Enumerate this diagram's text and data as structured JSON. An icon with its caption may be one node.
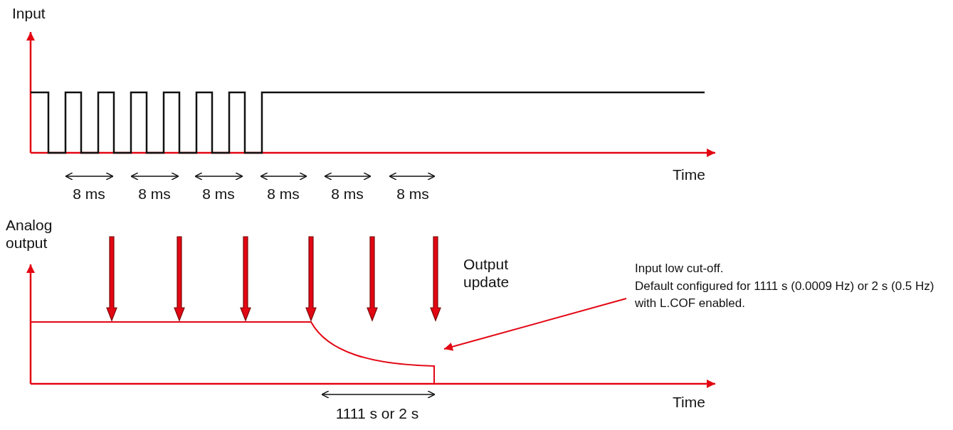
{
  "diagram": {
    "nodes": [
      {
        "text": [
          "Input low cut-off.",
          "Default configured for 1111 s (0.0009 Hz) or 2 s (0.5 Hz) with L.COF enabled."
        ]
      },
      {
        "text": [],
        "shape": "curve"
      }
    ],
    "edges": [
      {
        "from": 0,
        "to": 1,
        "arrow": "to",
        "color": "#e30613"
      }
    ],
    "labels": [
      "Input",
      "Time",
      "8 ms",
      "8 ms",
      "8 ms",
      "8 ms",
      "8 ms",
      "8 ms",
      "Analog output",
      "Output update",
      "Time",
      "1111 s or 2 s"
    ]
  }
}
